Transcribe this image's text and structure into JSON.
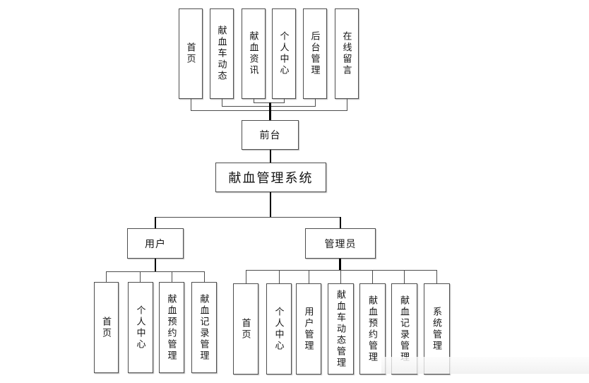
{
  "diagram": {
    "root": {
      "label": "献血管理系统"
    },
    "frontend": {
      "label": "前台",
      "children": [
        {
          "label": "首页"
        },
        {
          "label": "献血车动态"
        },
        {
          "label": "献血资讯"
        },
        {
          "label": "个人中心"
        },
        {
          "label": "后台管理"
        },
        {
          "label": "在线留言"
        }
      ]
    },
    "roles": [
      {
        "label": "用户",
        "children": [
          {
            "label": "首页"
          },
          {
            "label": "个人中心"
          },
          {
            "label": "献血预约管理"
          },
          {
            "label": "献血记录管理"
          }
        ]
      },
      {
        "label": "管理员",
        "children": [
          {
            "label": "首页"
          },
          {
            "label": "个人中心"
          },
          {
            "label": "用户管理"
          },
          {
            "label": "献血车动态管理"
          },
          {
            "label": "献血预约管理"
          },
          {
            "label": "献血记录管理"
          },
          {
            "label": "系统管理"
          }
        ]
      }
    ],
    "colors": {
      "line": "#4d4d4d",
      "trunk": "#000000",
      "node_border": "#4d4d4d",
      "node_fill": "#ffffff",
      "background": "#ffffff"
    }
  }
}
